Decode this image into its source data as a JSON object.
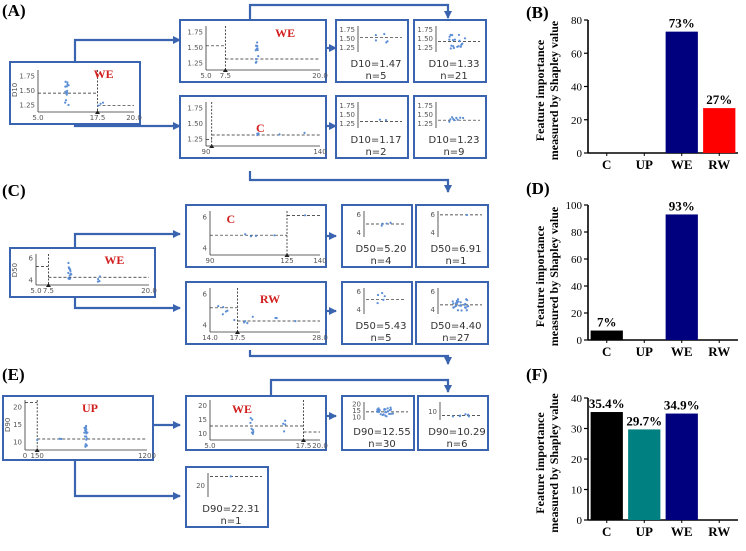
{
  "panels": [
    "(A)",
    "(B)",
    "(C)",
    "(D)",
    "(E)",
    "(F)"
  ],
  "colors": {
    "box": "#3a64b0",
    "arrow": "#3a64b0",
    "feature": "#d21f1f",
    "dot": "#5b8ed6"
  },
  "trees": {
    "A": {
      "root": {
        "label": "WE",
        "axis": "D10",
        "yticks": [
          "1.75",
          "1.50",
          "1.25"
        ],
        "xticks": [
          "5.0",
          "17.5",
          "20.0"
        ]
      },
      "top": {
        "label": "WE",
        "yticks": [
          "1.75",
          "1.50",
          "1.25"
        ],
        "xticks": [
          "5.0",
          "7.5",
          "20.0"
        ]
      },
      "bottom": {
        "label": "C",
        "yticks": [
          "1.75",
          "1.50",
          "1.25"
        ],
        "xticks": [
          "90",
          "140"
        ]
      },
      "leaves": [
        {
          "yticks": [
            "1.75",
            "1.50",
            "1.25"
          ],
          "stat": "D10=1.47",
          "n": "n=5"
        },
        {
          "yticks": [
            "1.75",
            "1.50",
            "1.25"
          ],
          "stat": "D10=1.33",
          "n": "n=21"
        },
        {
          "yticks": [
            "1.75",
            "1.50",
            "1.25"
          ],
          "stat": "D10=1.17",
          "n": "n=2"
        },
        {
          "yticks": [
            "1.75",
            "1.50",
            "1.25"
          ],
          "stat": "D10=1.23",
          "n": "n=9"
        }
      ]
    },
    "C": {
      "root": {
        "label": "WE",
        "axis": "D50",
        "yticks": [
          "6",
          "4"
        ],
        "xticks": [
          "5.0",
          "7.5",
          "20.0"
        ]
      },
      "top": {
        "label": "C",
        "yticks": [
          "6",
          "4"
        ],
        "xticks": [
          "90",
          "125",
          "140"
        ]
      },
      "bottom": {
        "label": "RW",
        "yticks": [
          "6",
          "4"
        ],
        "xticks": [
          "14.0",
          "17.5",
          "28.0"
        ]
      },
      "leaves": [
        {
          "yticks": [
            "6",
            "4"
          ],
          "stat": "D50=5.20",
          "n": "n=4"
        },
        {
          "yticks": [
            "6",
            "4"
          ],
          "stat": "D50=6.91",
          "n": "n=1"
        },
        {
          "yticks": [
            "6",
            "4"
          ],
          "stat": "D50=5.43",
          "n": "n=5"
        },
        {
          "yticks": [
            "6",
            "4"
          ],
          "stat": "D50=4.40",
          "n": "n=27"
        }
      ]
    },
    "E": {
      "root": {
        "label": "UP",
        "axis": "D90",
        "yticks": [
          "20",
          "15",
          "10"
        ],
        "xticks": [
          "0",
          "150",
          "1200"
        ]
      },
      "top": {
        "label": "WE",
        "yticks": [
          "20",
          "15",
          "10"
        ],
        "xticks": [
          "5.0",
          "17.5",
          "20.0"
        ]
      },
      "leaves": [
        {
          "yticks": [
            "20",
            "15",
            "10"
          ],
          "stat": "D90=12.55",
          "n": "n=30"
        },
        {
          "yticks": [
            "10"
          ],
          "stat": "D90=10.29",
          "n": "n=6"
        },
        {
          "yticks": [
            "20"
          ],
          "stat": "D90=22.31",
          "n": "n=1"
        }
      ]
    }
  },
  "chart_data": [
    {
      "type": "bar",
      "panel": "(B)",
      "categories": [
        "C",
        "UP",
        "WE",
        "RW"
      ],
      "values": [
        0,
        0,
        73,
        27
      ],
      "labels": [
        "",
        "",
        "73%",
        "27%"
      ],
      "colors": [
        "#000000",
        "#008080",
        "#00007f",
        "#ff0000"
      ],
      "ylabel": "Feature importance measured by Shapley value",
      "ylim": [
        0,
        80
      ],
      "yticks": [
        0,
        20,
        40,
        60,
        80
      ]
    },
    {
      "type": "bar",
      "panel": "(D)",
      "categories": [
        "C",
        "UP",
        "WE",
        "RW"
      ],
      "values": [
        7,
        0,
        93,
        0
      ],
      "labels": [
        "7%",
        "",
        "93%",
        ""
      ],
      "colors": [
        "#000000",
        "#008080",
        "#00007f",
        "#ff0000"
      ],
      "ylabel": "Feature importance measured by Shapley value",
      "ylim": [
        0,
        100
      ],
      "yticks": [
        0,
        20,
        40,
        60,
        80,
        100
      ]
    },
    {
      "type": "bar",
      "panel": "(F)",
      "categories": [
        "C",
        "UP",
        "WE",
        "RW"
      ],
      "values": [
        35.4,
        29.7,
        34.9,
        0
      ],
      "labels": [
        "35.4%",
        "29.7%",
        "34.9%",
        ""
      ],
      "colors": [
        "#000000",
        "#008080",
        "#00007f",
        "#ff0000"
      ],
      "ylabel": "Feature importance measured by Shapley value",
      "ylim": [
        0,
        40
      ],
      "yticks": [
        0,
        10,
        20,
        30,
        40
      ]
    }
  ]
}
